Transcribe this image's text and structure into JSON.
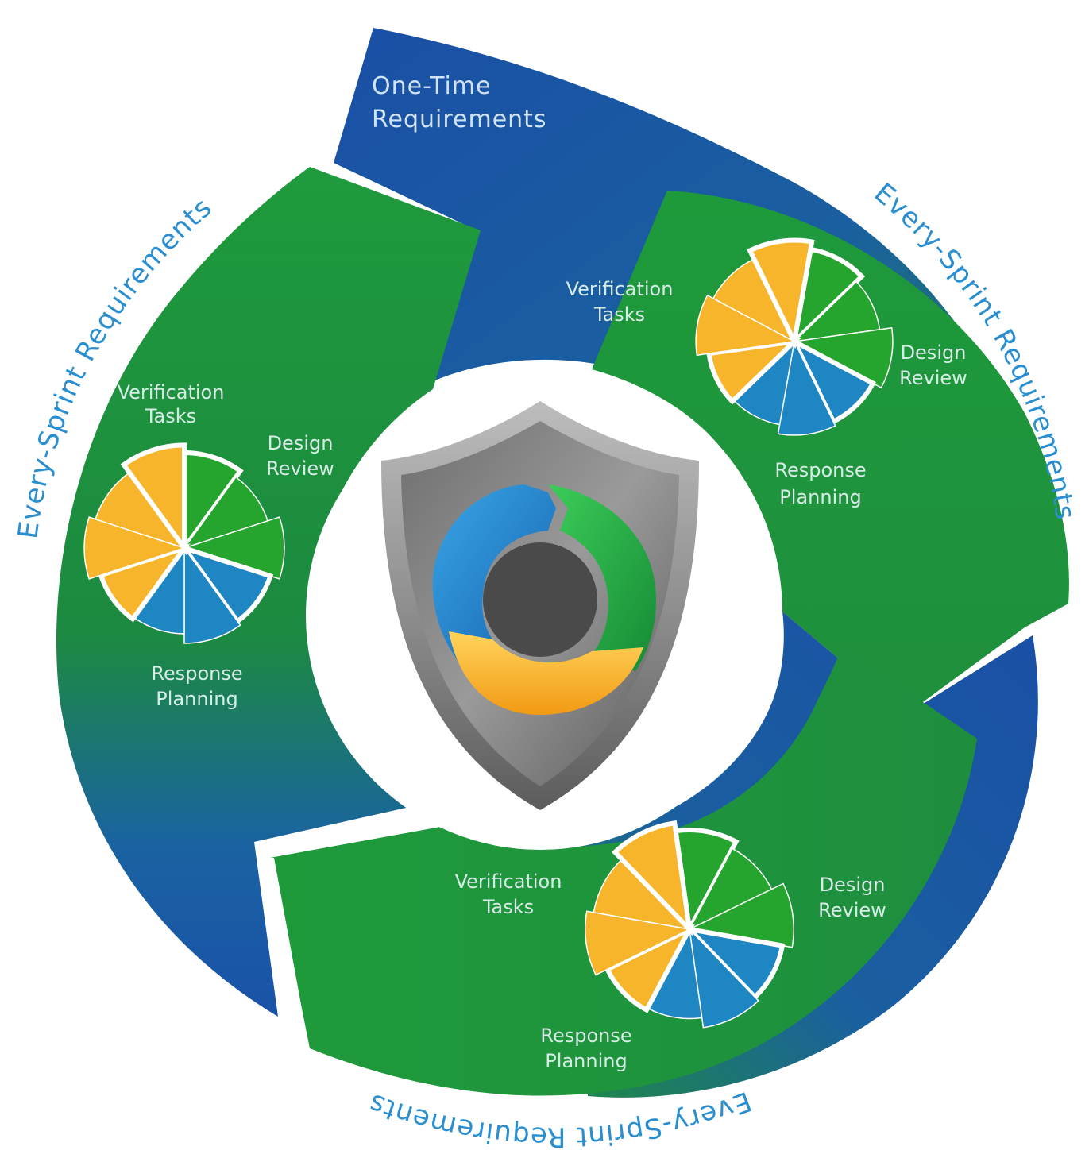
{
  "labels": {
    "one_time_line1": "One-Time",
    "one_time_line2": "Requirements",
    "every_sprint_left": "Every-Sprint Requirements",
    "every_sprint_right": "Every-Sprint Requirements",
    "every_sprint_bottom": "Every-Sprint Requirements",
    "verification_line1": "Verification",
    "verification_line2": "Tasks",
    "design_line1": "Design",
    "design_line2": "Review",
    "response_line1": "Response",
    "response_line2": "Planning"
  },
  "colors": {
    "green": "#1f8f3a",
    "blue": "#1a5fa8",
    "orange": "#f7b52c",
    "pie_green": "#25a52d",
    "pie_blue": "#1f86c4",
    "curve_text": "#2a8fd0",
    "shield": "#8a8a8a"
  },
  "icons": {
    "center": "shield-refresh-icon"
  }
}
